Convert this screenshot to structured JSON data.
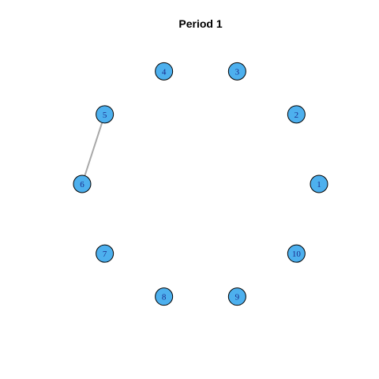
{
  "title": "Period 1",
  "colors": {
    "node_fill": "#4db0ee",
    "node_stroke": "#000000",
    "node_label": "#1a2b8c",
    "edge": "#a8a8a8"
  },
  "nodes": [
    {
      "id": 1,
      "label": "1"
    },
    {
      "id": 2,
      "label": "2"
    },
    {
      "id": 3,
      "label": "3"
    },
    {
      "id": 4,
      "label": "4"
    },
    {
      "id": 5,
      "label": "5"
    },
    {
      "id": 6,
      "label": "6"
    },
    {
      "id": 7,
      "label": "7"
    },
    {
      "id": 8,
      "label": "8"
    },
    {
      "id": 9,
      "label": "9"
    },
    {
      "id": 10,
      "label": "10"
    }
  ],
  "edges": [
    {
      "from": 5,
      "to": 6
    }
  ]
}
